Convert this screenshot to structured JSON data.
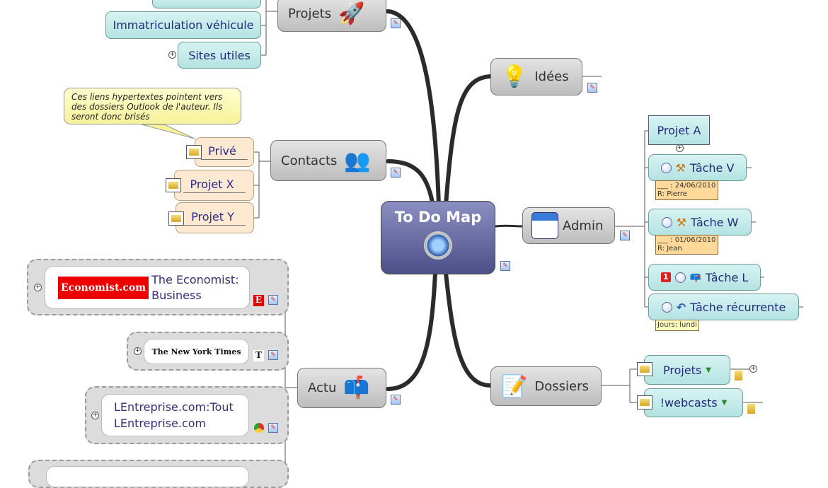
{
  "central": {
    "label": "To Do Map",
    "icon": "compass-icon"
  },
  "main_topics": {
    "projets": {
      "label": "Projets",
      "icon": "rocket-icon"
    },
    "idees": {
      "label": "Idées",
      "icon": "lightbulb-icon"
    },
    "contacts": {
      "label": "Contacts",
      "icon": "users-icon"
    },
    "admin": {
      "label": "Admin",
      "icon": "calendar-icon"
    },
    "actu": {
      "label": "Actu",
      "icon": "mailbox-icon"
    },
    "dossiers": {
      "label": "Dossiers",
      "icon": "document-pencil-icon"
    }
  },
  "projets_children": [
    "Immatriculation véhicule",
    "Sites utiles"
  ],
  "callout": "Ces liens hypertextes pointent vers des dossiers Outlook de l'auteur. Ils seront donc brisés",
  "contacts_children": [
    "Privé",
    "Projet X",
    "Projet Y"
  ],
  "admin_children": {
    "projet_a": "Projet A",
    "tache_v": {
      "label": "Tâche V",
      "due": "___ : 24/06/2010",
      "resource": "R: Pierre"
    },
    "tache_w": {
      "label": "Tâche W",
      "due": "___ : 01/06/2010",
      "resource": "R: Jean"
    },
    "tache_l": {
      "label": "Tâche L",
      "priority": "1"
    },
    "tache_rec": {
      "label": "Tâche récurrente",
      "note": "Jours: lundi"
    }
  },
  "dossiers_children": [
    "Projets",
    "!webcasts"
  ],
  "actu_children": {
    "economist": {
      "logo": "Economist.com",
      "label1": "The Economist:",
      "label2": "Business",
      "badge": "E"
    },
    "nyt": {
      "logo": "The New York Times",
      "badge": "T"
    },
    "lentreprise": {
      "label1": "LEntreprise.com:Tout",
      "label2": "LEntreprise.com"
    }
  },
  "colors": {
    "central": "#5e6199",
    "main": "#c8c8c8",
    "sub": "#c4ecec",
    "peach": "#fde9d2"
  }
}
